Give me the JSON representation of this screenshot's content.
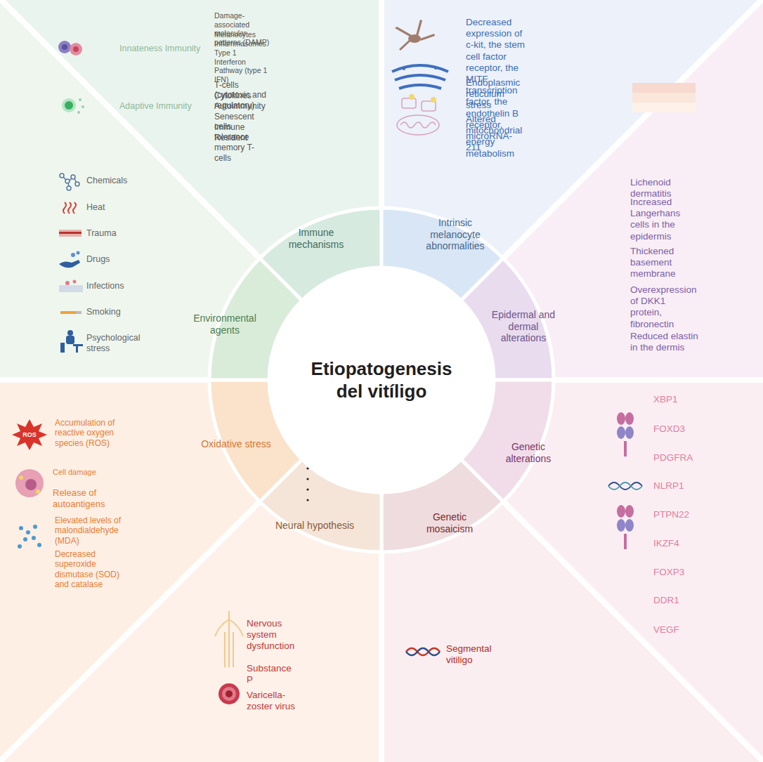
{
  "diagram": {
    "nodes": [
      {
        "text": [
          "Etiopatogenesis del vitíligo"
        ]
      },
      {
        "text": [
          "Immune mechanisms"
        ]
      },
      {
        "text": [
          "Intrinsic melanocyte abnormalities"
        ]
      },
      {
        "text": [
          "Epidermal and dermal alterations"
        ]
      },
      {
        "text": [
          "Genetic alterations"
        ]
      },
      {
        "text": [
          "Genetic mosaicism"
        ]
      },
      {
        "text": [
          "Neural hypothesis"
        ]
      },
      {
        "text": [
          "Oxidative stress"
        ]
      },
      {
        "text": [
          "Environmental agents"
        ]
      },
      {
        "text": [
          "Innateness Immunity",
          "Damage-associated molecular patterns (DAMP)",
          "Melanocytes",
          "Inflammasomes",
          "Type 1 Interferon Pathway (type 1 IFN)",
          "Adaptive Immunity",
          "T-cells (cytotoxic and regulatory)",
          "Cytokines",
          "Autoimmunity",
          "Senescent cells",
          "Immune tolerance",
          "Resident memory T-cells"
        ]
      },
      {
        "text": [
          "Decreased expression of c-kit, the stem cell factor receptor, the MITF transcription factor, the endothelin B receptor, microRNA-211",
          "Endoplasmic reticulum stress",
          "Altered mitochondrial energy metabolism"
        ]
      },
      {
        "text": [
          "Lichenoid dermatitis",
          "Increased Langerhans cells in the epidermis",
          "Thickened basement membrane",
          "Overexpression of DKK1 protein, fibronectin",
          "Reduced elastin in the dermis"
        ]
      },
      {
        "text": [
          "XBP1",
          "FOXD3",
          "PDGFRA",
          "NLRP1",
          "PTPN22",
          "IKZF4",
          "FOXP3",
          "DDR1",
          "VEGF"
        ]
      },
      {
        "text": [
          "Segmental vitiligo"
        ]
      },
      {
        "text": [
          "Nervous system dysfunction",
          "Substance P",
          "Varicella-zoster virus"
        ]
      },
      {
        "text": [
          "Accumulation of reactive oxygen species (ROS)",
          "Cell damage",
          "Release of autoantigens",
          "Elevated levels of malondialdehyde (MDA)",
          "Decreased superoxide dismutase (SOD) and catalase"
        ]
      },
      {
        "text": [
          "Chemicals",
          "Heat",
          "Trauma",
          "Drugs",
          "Infections",
          "Smoking",
          "Psychological stress"
        ]
      }
    ],
    "labels": [
      "ROS"
    ]
  }
}
